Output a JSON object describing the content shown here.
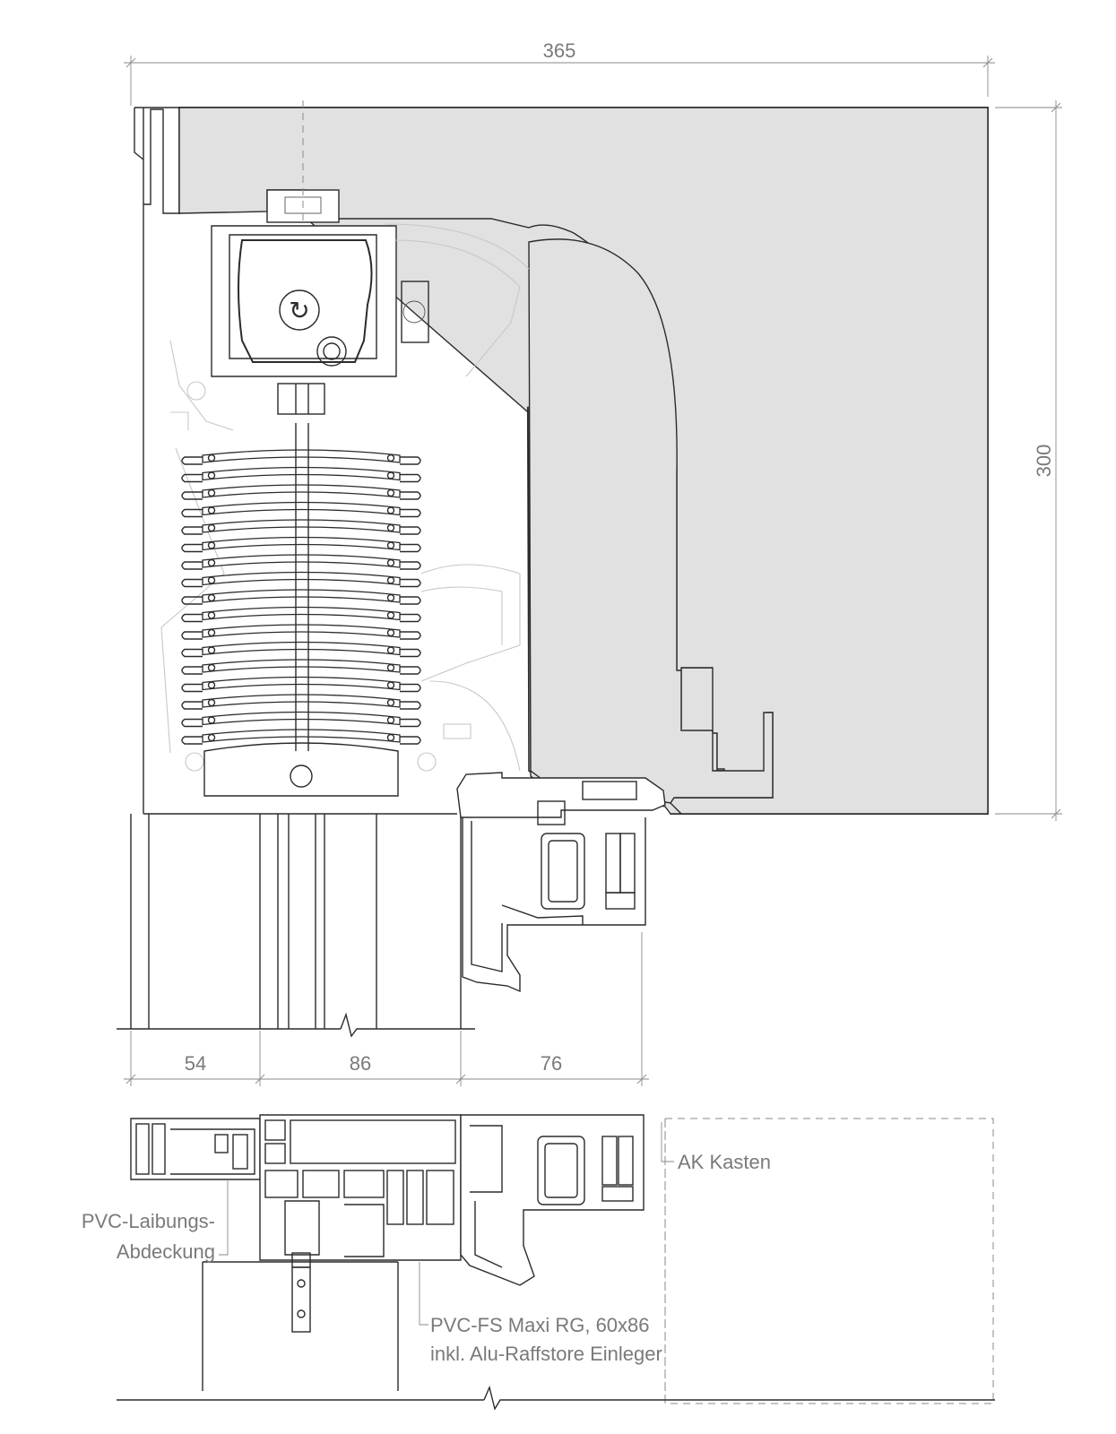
{
  "dimensions": {
    "total_width": "365",
    "total_height": "300",
    "segment_left": "54",
    "segment_middle": "86",
    "segment_right": "76"
  },
  "labels": {
    "ak_kasten": "AK Kasten",
    "laibung_line1": "PVC-Laibungs-",
    "laibung_line2": "Abdeckung",
    "fs_line1": "PVC-FS Maxi RG, 60x86",
    "fs_line2": "inkl. Alu-Raffstore Einleger"
  },
  "colors": {
    "box_fill": "#e1e1e1",
    "line": "#2b2b2b",
    "dimension": "#8a8a8a",
    "ghost_line": "#c8c8c8"
  },
  "icons": {
    "motor_symbol": "rotation-arrow-icon"
  }
}
